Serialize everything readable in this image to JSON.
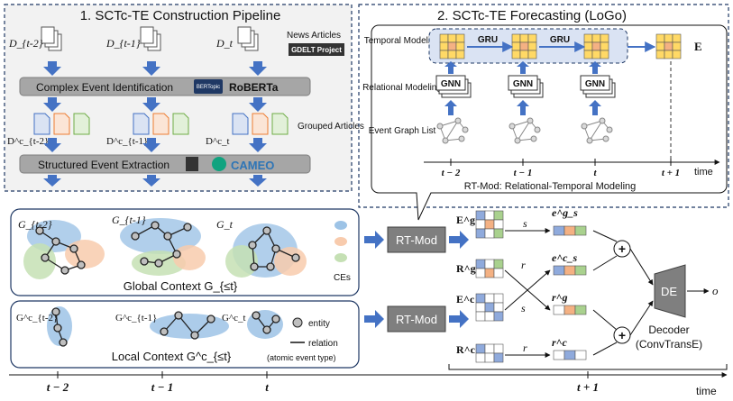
{
  "pipeline": {
    "title": "1. SCTc-TE Construction Pipeline",
    "doc_labels": [
      "D_{t-2}",
      "D_{t-1}",
      "D_t"
    ],
    "news_articles": "News Articles",
    "gdelt_logo": "GDELT Project",
    "complex_event_identification": "Complex Event Identification",
    "bertopic_logo": "BERTopic",
    "roberta": "RoBERTa",
    "grouped_articles": "Grouped Articles",
    "grouped_labels": [
      "D^c_{t-2}",
      "D^c_{t-1}",
      "D^c_t"
    ],
    "structured_event_extraction": "Structured Event Extraction",
    "cameo": "CAMEO"
  },
  "forecasting": {
    "title": "2. SCTc-TE Forecasting (LoGo)",
    "temporal_modeling": "Temporal Modeling",
    "relational_modeling": "Relational Modeling",
    "event_graph_list": "Event Graph List",
    "gru_labels": [
      "GRU",
      "GRU"
    ],
    "gnn_labels": [
      "GNN",
      "GNN",
      "GNN"
    ],
    "e_label": "E",
    "time_ticks": [
      "t − 2",
      "t − 1",
      "t",
      "t + 1"
    ],
    "time_label": "time",
    "rtmod_caption": "RT-Mod: Relational-Temporal Modeling"
  },
  "global_context": {
    "graph_labels": [
      "G_{t-2}",
      "G_{t-1}",
      "G_t"
    ],
    "ces_label": "CEs",
    "caption": "Global Context G_{≤t}"
  },
  "local_context": {
    "graph_labels": [
      "G^c_{t-2}",
      "G^c_{t-1}",
      "G^c_t"
    ],
    "entity_label": "entity",
    "relation_label": "relation",
    "relation_sub": "(atomic event type)",
    "caption": "Local Context G^c_{≤t}"
  },
  "rtmod_labels": [
    "RT-Mod",
    "RT-Mod"
  ],
  "embeddings": {
    "left": [
      "E^g",
      "R^g",
      "E^c",
      "R^c"
    ],
    "right": [
      "e^g_s",
      "e^c_s",
      "r^g",
      "r^c"
    ],
    "edge_labels": [
      "s",
      "r",
      "s",
      "r"
    ]
  },
  "decoder": {
    "box": "DE",
    "output": "o",
    "name": "Decoder",
    "sub": "(ConvTransE)"
  },
  "bottom_axis": {
    "ticks": [
      "t − 2",
      "t − 1",
      "t",
      "t + 1"
    ],
    "time_label": "time"
  },
  "colors": {
    "arrow_blue": "#4472c4",
    "grid_yellow": "#ffd966",
    "grid_orange": "#f4b183",
    "blob_blue": "#9dc3e6",
    "blob_orange": "#f8cbad",
    "blob_green": "#c5e0b4",
    "emb_blue": "#8faadc",
    "emb_orange": "#f4b183",
    "emb_green": "#a9d18e",
    "box_gray": "#7f7f7f",
    "bar_gray": "#a6a6a6"
  }
}
